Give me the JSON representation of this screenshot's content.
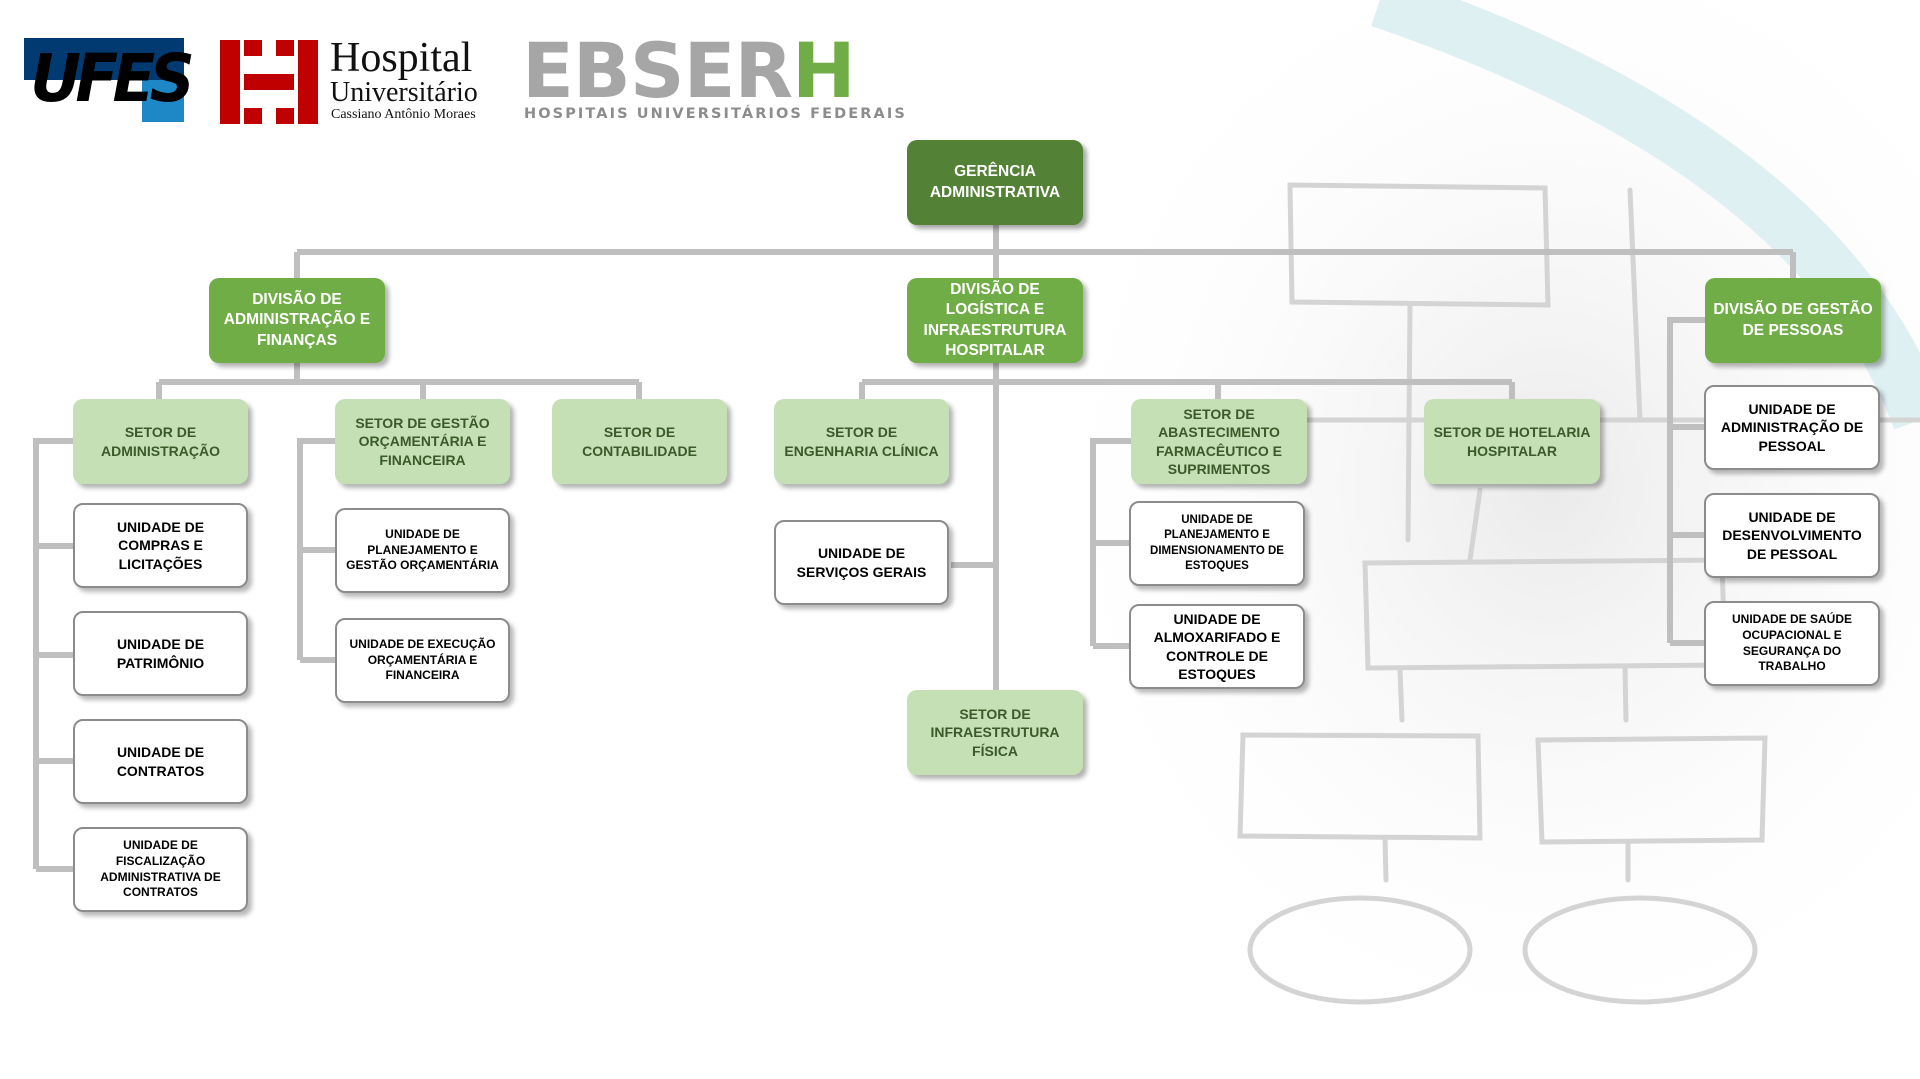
{
  "logos": {
    "ufes": "UFES",
    "hospital_line1": "Hospital",
    "hospital_line2": "Universitário",
    "hospital_line3": "Cassiano Antônio Moraes",
    "ebserh_main": "EBSER",
    "ebserh_h": "H",
    "ebserh_sub": "HOSPITAIS UNIVERSITÁRIOS FEDERAIS"
  },
  "colors": {
    "dark_green": "#538135",
    "mid_green": "#70ad47",
    "light_green": "#c5e0b4",
    "connector": "#bfbfbf",
    "ufes_blue": "#003a70",
    "hospital_red": "#c00000",
    "ebserh_gray": "#a6a6a6",
    "ebserh_green": "#70ad47"
  },
  "org": {
    "root": "GERÊNCIA ADMINISTRATIVA",
    "div_admin": "DIVISÃO DE ADMINISTRAÇÃO E FINANÇAS",
    "div_logistica": "DIVISÃO DE LOGÍSTICA E INFRAESTRUTURA HOSPITALAR",
    "div_pessoas": "DIVISÃO DE GESTÃO DE PESSOAS",
    "setor_administracao": "SETOR DE ADMINISTRAÇÃO",
    "setor_orcamentaria": "SETOR DE GESTÃO ORÇAMENTÁRIA E FINANCEIRA",
    "setor_contabilidade": "SETOR DE CONTABILIDADE",
    "unid_compras": "UNIDADE DE COMPRAS E LICITAÇÕES",
    "unid_patrimonio": "UNIDADE DE PATRIMÔNIO",
    "unid_contratos": "UNIDADE DE CONTRATOS",
    "unid_fiscalizacao": "UNIDADE DE FISCALIZAÇÃO ADMINISTRATIVA DE CONTRATOS",
    "unid_planejamento_orc": "UNIDADE DE PLANEJAMENTO E GESTÃO ORÇAMENTÁRIA",
    "unid_execucao_orc": "UNIDADE DE EXECUÇÃO ORÇAMENTÁRIA E FINANCEIRA",
    "setor_engenharia": "SETOR DE ENGENHARIA CLÍNICA",
    "unid_servicos_gerais": "UNIDADE DE SERVIÇOS GERAIS",
    "setor_infraestrutura": "SETOR DE INFRAESTRUTURA FÍSICA",
    "setor_abastecimento": "SETOR DE ABASTECIMENTO FARMACÊUTICO E SUPRIMENTOS",
    "unid_planejamento_estoques": "UNIDADE DE PLANEJAMENTO E DIMENSIONAMENTO DE ESTOQUES",
    "unid_almoxarifado": "UNIDADE DE ALMOXARIFADO E CONTROLE DE ESTOQUES",
    "setor_hotelaria": "SETOR DE HOTELARIA HOSPITALAR",
    "unid_adm_pessoal": "UNIDADE DE ADMINISTRAÇÃO DE PESSOAL",
    "unid_desenvolvimento": "UNIDADE DE DESENVOLVIMENTO DE PESSOAL",
    "unid_saude_ocupacional": "UNIDADE DE SAÚDE OCUPACIONAL E SEGURANÇA DO TRABALHO"
  }
}
